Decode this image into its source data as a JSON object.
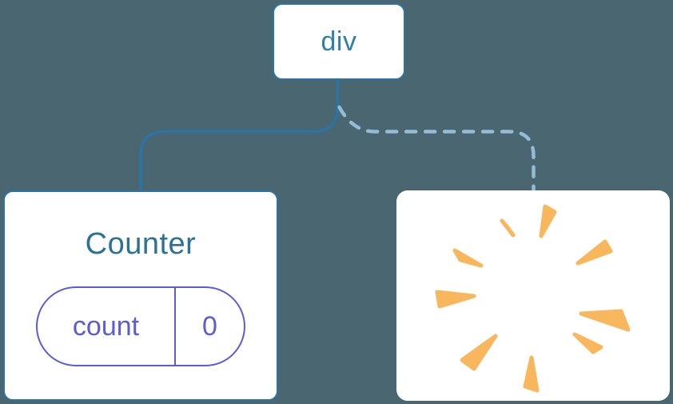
{
  "diagram": {
    "root": {
      "label": "div"
    },
    "counter_component": {
      "title": "Counter",
      "state": {
        "key": "count",
        "value": "0"
      }
    },
    "removed_component": {
      "icon": "poof-explosion-icon"
    }
  },
  "colors": {
    "bg": "#4A6670",
    "node-bg": "#FFFFFF",
    "line": "#2B74A6",
    "dash-line": "#94BCD6",
    "root-text": "#2F7EAC",
    "title-text": "#2B7294",
    "state-accent": "#5C5CD6",
    "poof": "#F8B75D"
  }
}
